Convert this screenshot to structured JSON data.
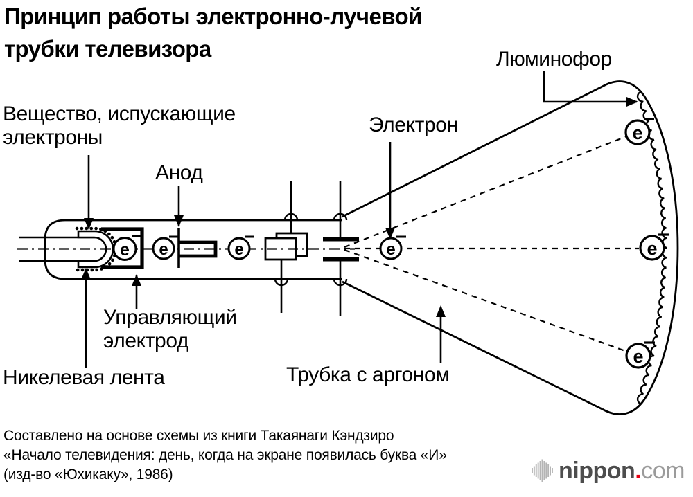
{
  "title": {
    "line1": "Принцип работы электронно-лучевой",
    "line2": "трубки телевизора"
  },
  "diagram_labels": {
    "phosphor": "Люминофор",
    "emitter_line1": "Вещество, испускающие",
    "emitter_line2": "электроны",
    "anode": "Анод",
    "electron": "Электрон",
    "control_electrode_line1": "Управляющий",
    "control_electrode_line2": "электрод",
    "nickel_ribbon": "Никелевая лента",
    "argon_tube": "Трубка с аргоном",
    "electron_symbol": "e",
    "minus_sign": "−"
  },
  "source_note": {
    "line1": "Составлено на основе схемы из книги Такаянаги Кэндзиро",
    "line2": "«Начало телевидения: день, когда на экране появилась буква «И»",
    "line3": "(изд-во «Юхикаку», 1986)"
  },
  "logo": {
    "brand": "nippon",
    "dot": ".",
    "tld": "com"
  },
  "colors": {
    "ink": "#000000",
    "background": "#ffffff",
    "logo_brand": "#4d4d4d",
    "logo_tld": "#9b9b9b",
    "logo_dot_red": "#e60012",
    "logo_mark_gray": "#b5b5b5"
  }
}
